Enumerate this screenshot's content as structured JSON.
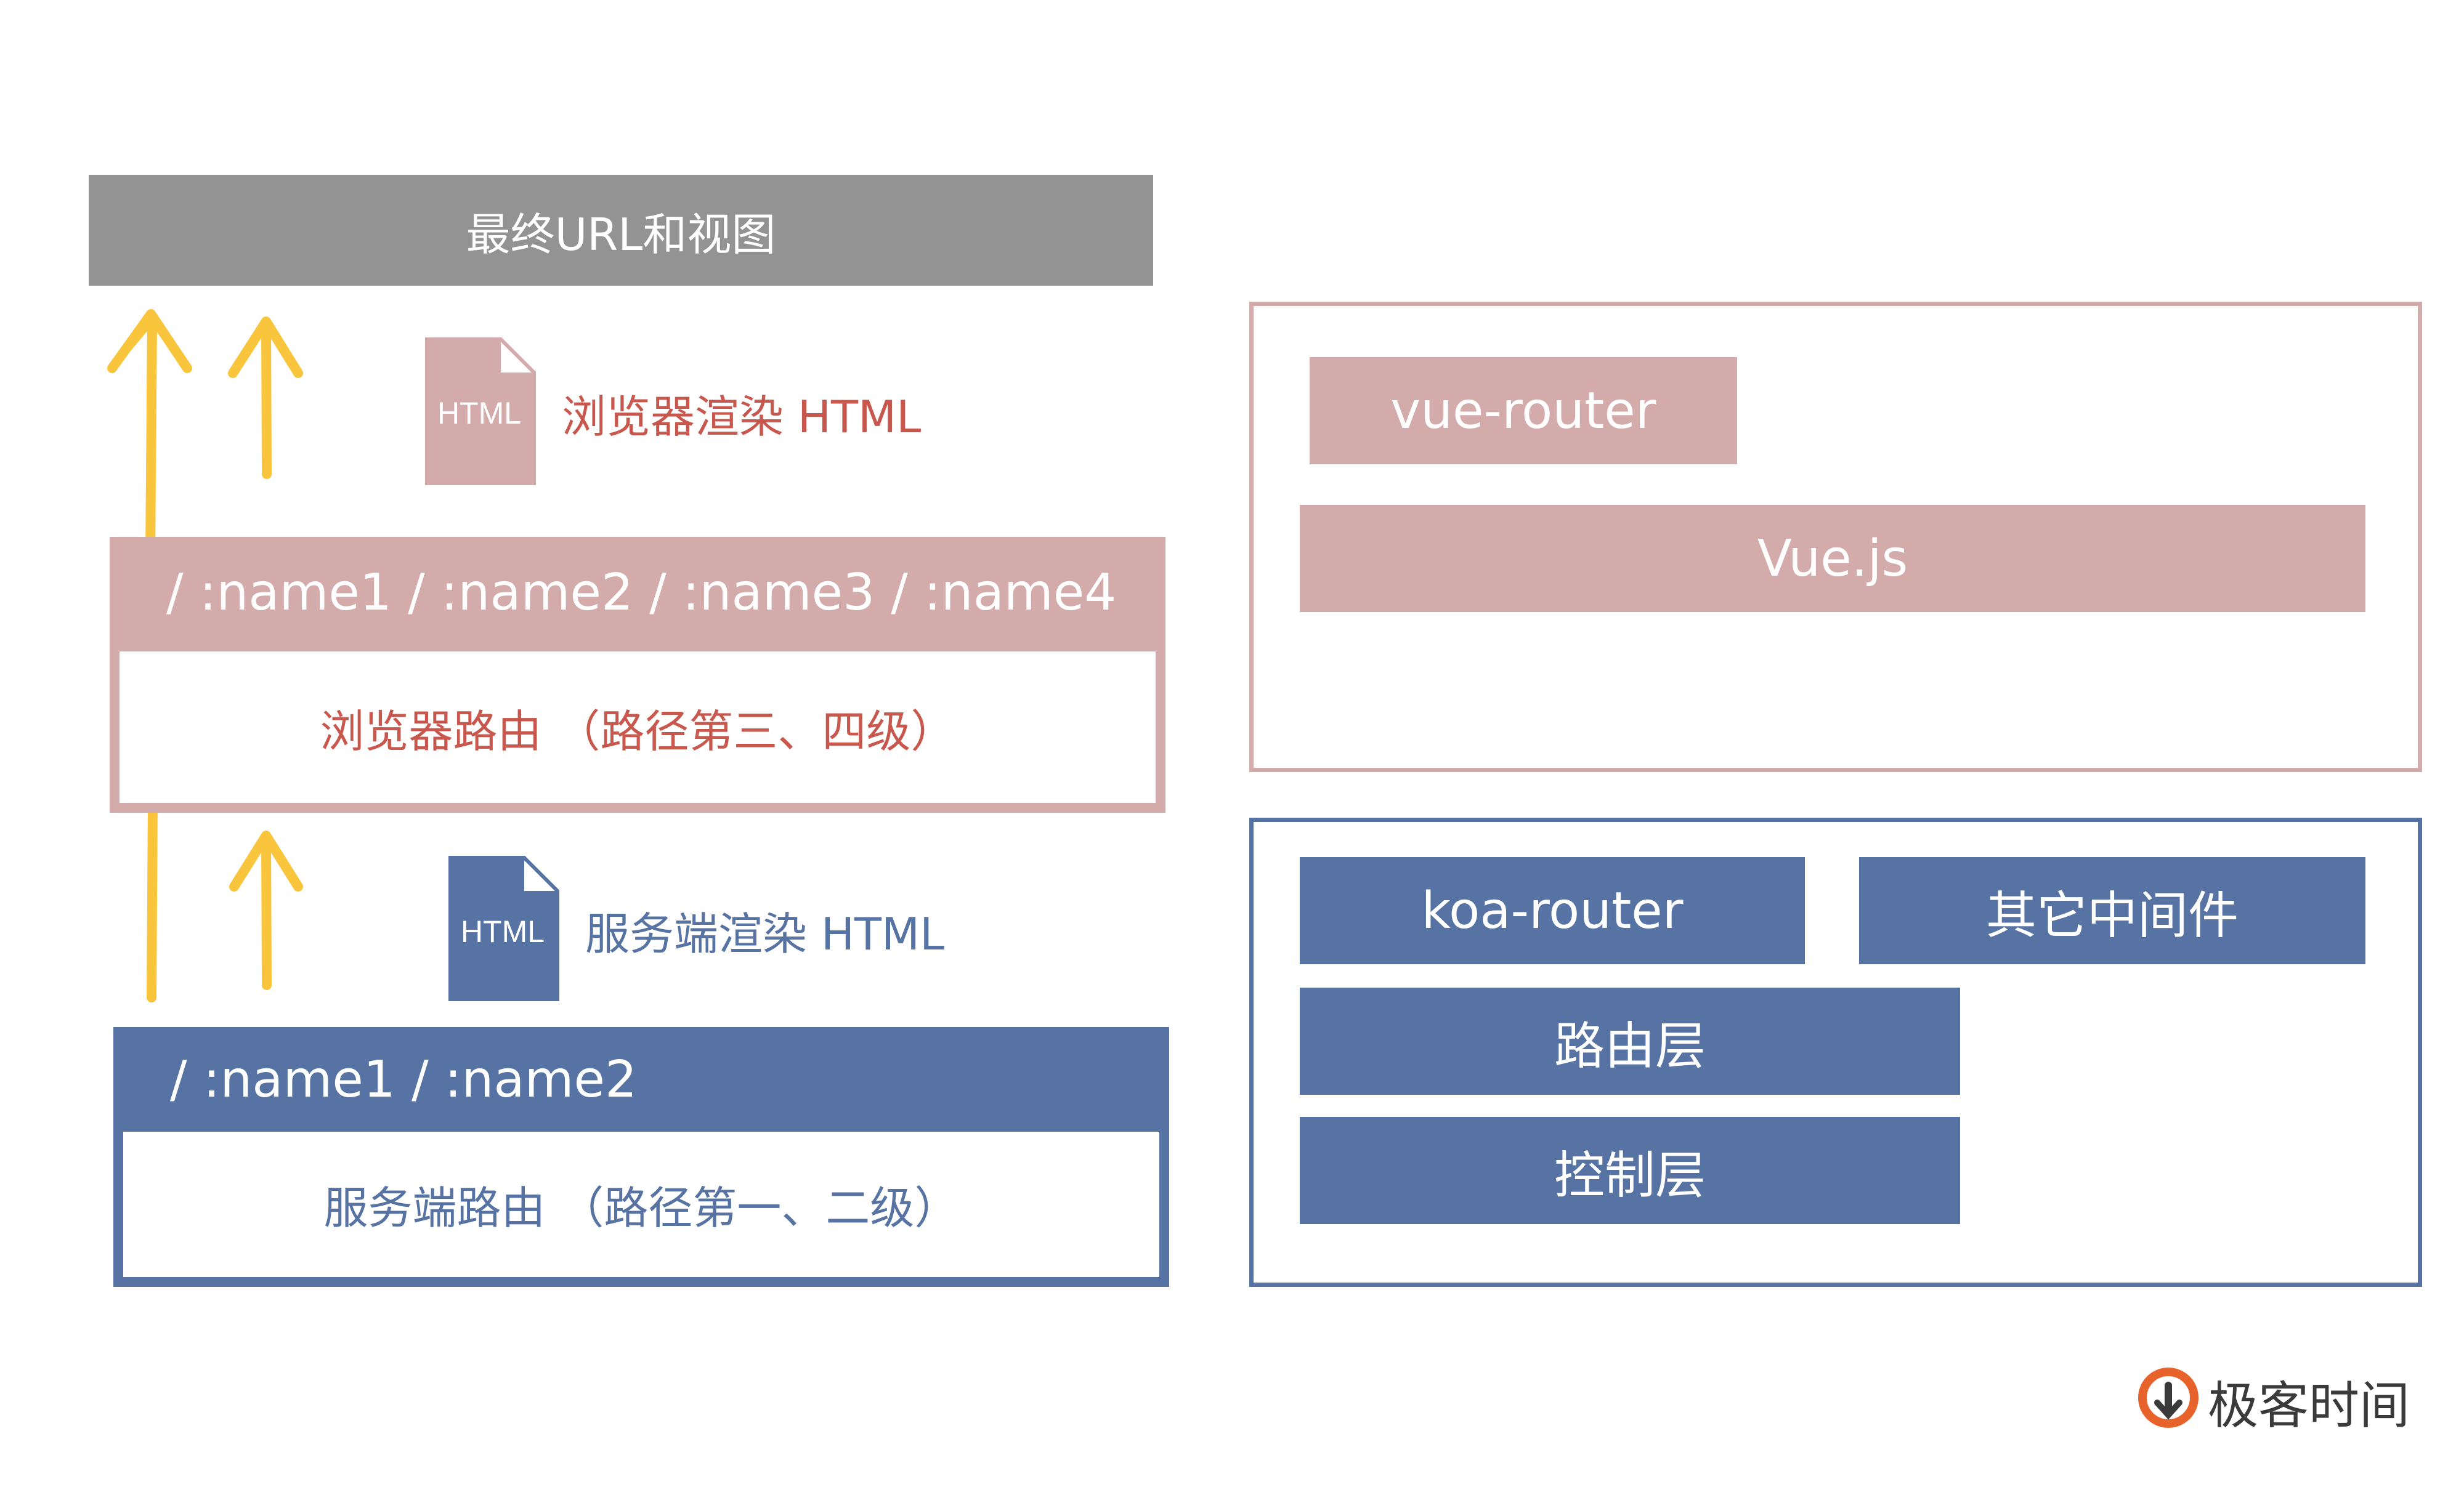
{
  "final_bar": {
    "label": "最终URL和视图"
  },
  "browser_route": {
    "path": "/ :name1 / :name2 / :name3 / :name4",
    "label": "浏览器路由 （路径第三、四级）"
  },
  "server_route": {
    "path": "/ :name1 / :name2",
    "label": "服务端路由 （路径第一、二级）"
  },
  "browser_render": {
    "icon_text": "HTML",
    "label": "浏览器渲染 HTML"
  },
  "server_render": {
    "icon_text": "HTML",
    "label": "服务端渲染 HTML"
  },
  "frontend_stack": {
    "router": "vue-router",
    "framework": "Vue.js"
  },
  "backend_stack": {
    "router": "koa-router",
    "middleware": "其它中间件",
    "route_layer": "路由层",
    "control_layer": "控制层"
  },
  "logo": {
    "text": "极客时间"
  },
  "colors": {
    "gray": "#939393",
    "pink": "#d4abab",
    "blue": "#5773a3",
    "red_text": "#c8584e",
    "arrow_yellow": "#f9c53c"
  }
}
